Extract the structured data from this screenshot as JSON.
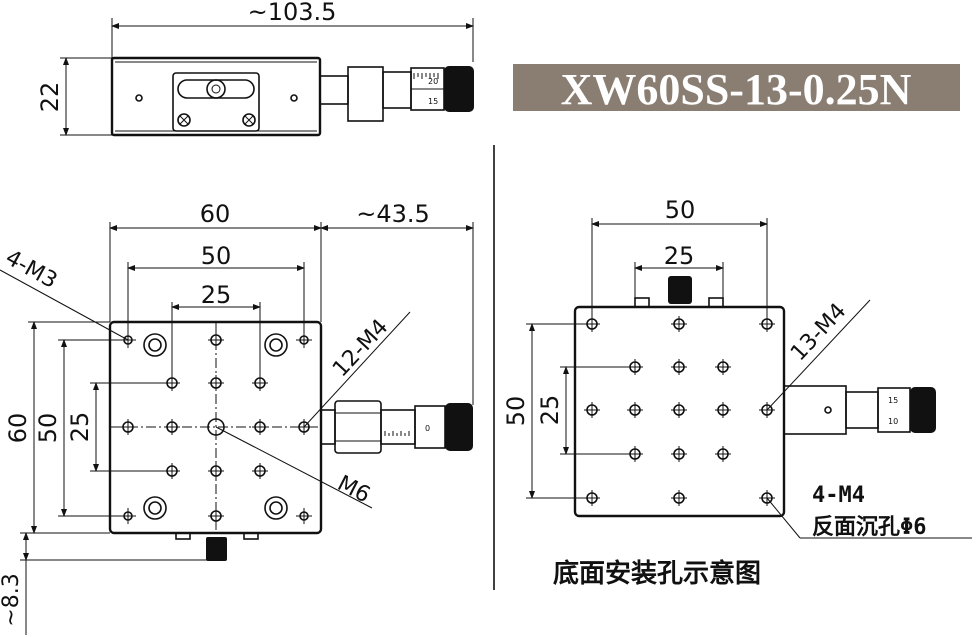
{
  "title": {
    "model": "XW60SS-13-0.25N",
    "bg_color": "#8a7d72",
    "text_color": "#ffffff"
  },
  "top_view": {
    "length_dim": "~103.5",
    "height_dim": "22",
    "micrometer_scale": [
      "20",
      "15"
    ]
  },
  "front_view": {
    "width_dim": "60",
    "mid_dim": "50",
    "inner_dim": "25",
    "overhang_dim": "~43.5",
    "height_dim": "60",
    "height_mid_dim": "50",
    "height_inner_dim": "25",
    "offset_dim": "~8.3",
    "label_m3": "4-M3",
    "label_m4": "12-M4",
    "label_m6": "M6",
    "micrometer_zero": "0"
  },
  "bottom_view": {
    "width_dim": "50",
    "inner_dim": "25",
    "height_dim": "50",
    "height_inner_dim": "25",
    "label_m4": "13-M4",
    "note_line1": "4-M4",
    "note_line2": "反面沉孔Φ6",
    "caption": "底面安装孔示意图",
    "micrometer_scale": [
      "15",
      "10"
    ]
  }
}
